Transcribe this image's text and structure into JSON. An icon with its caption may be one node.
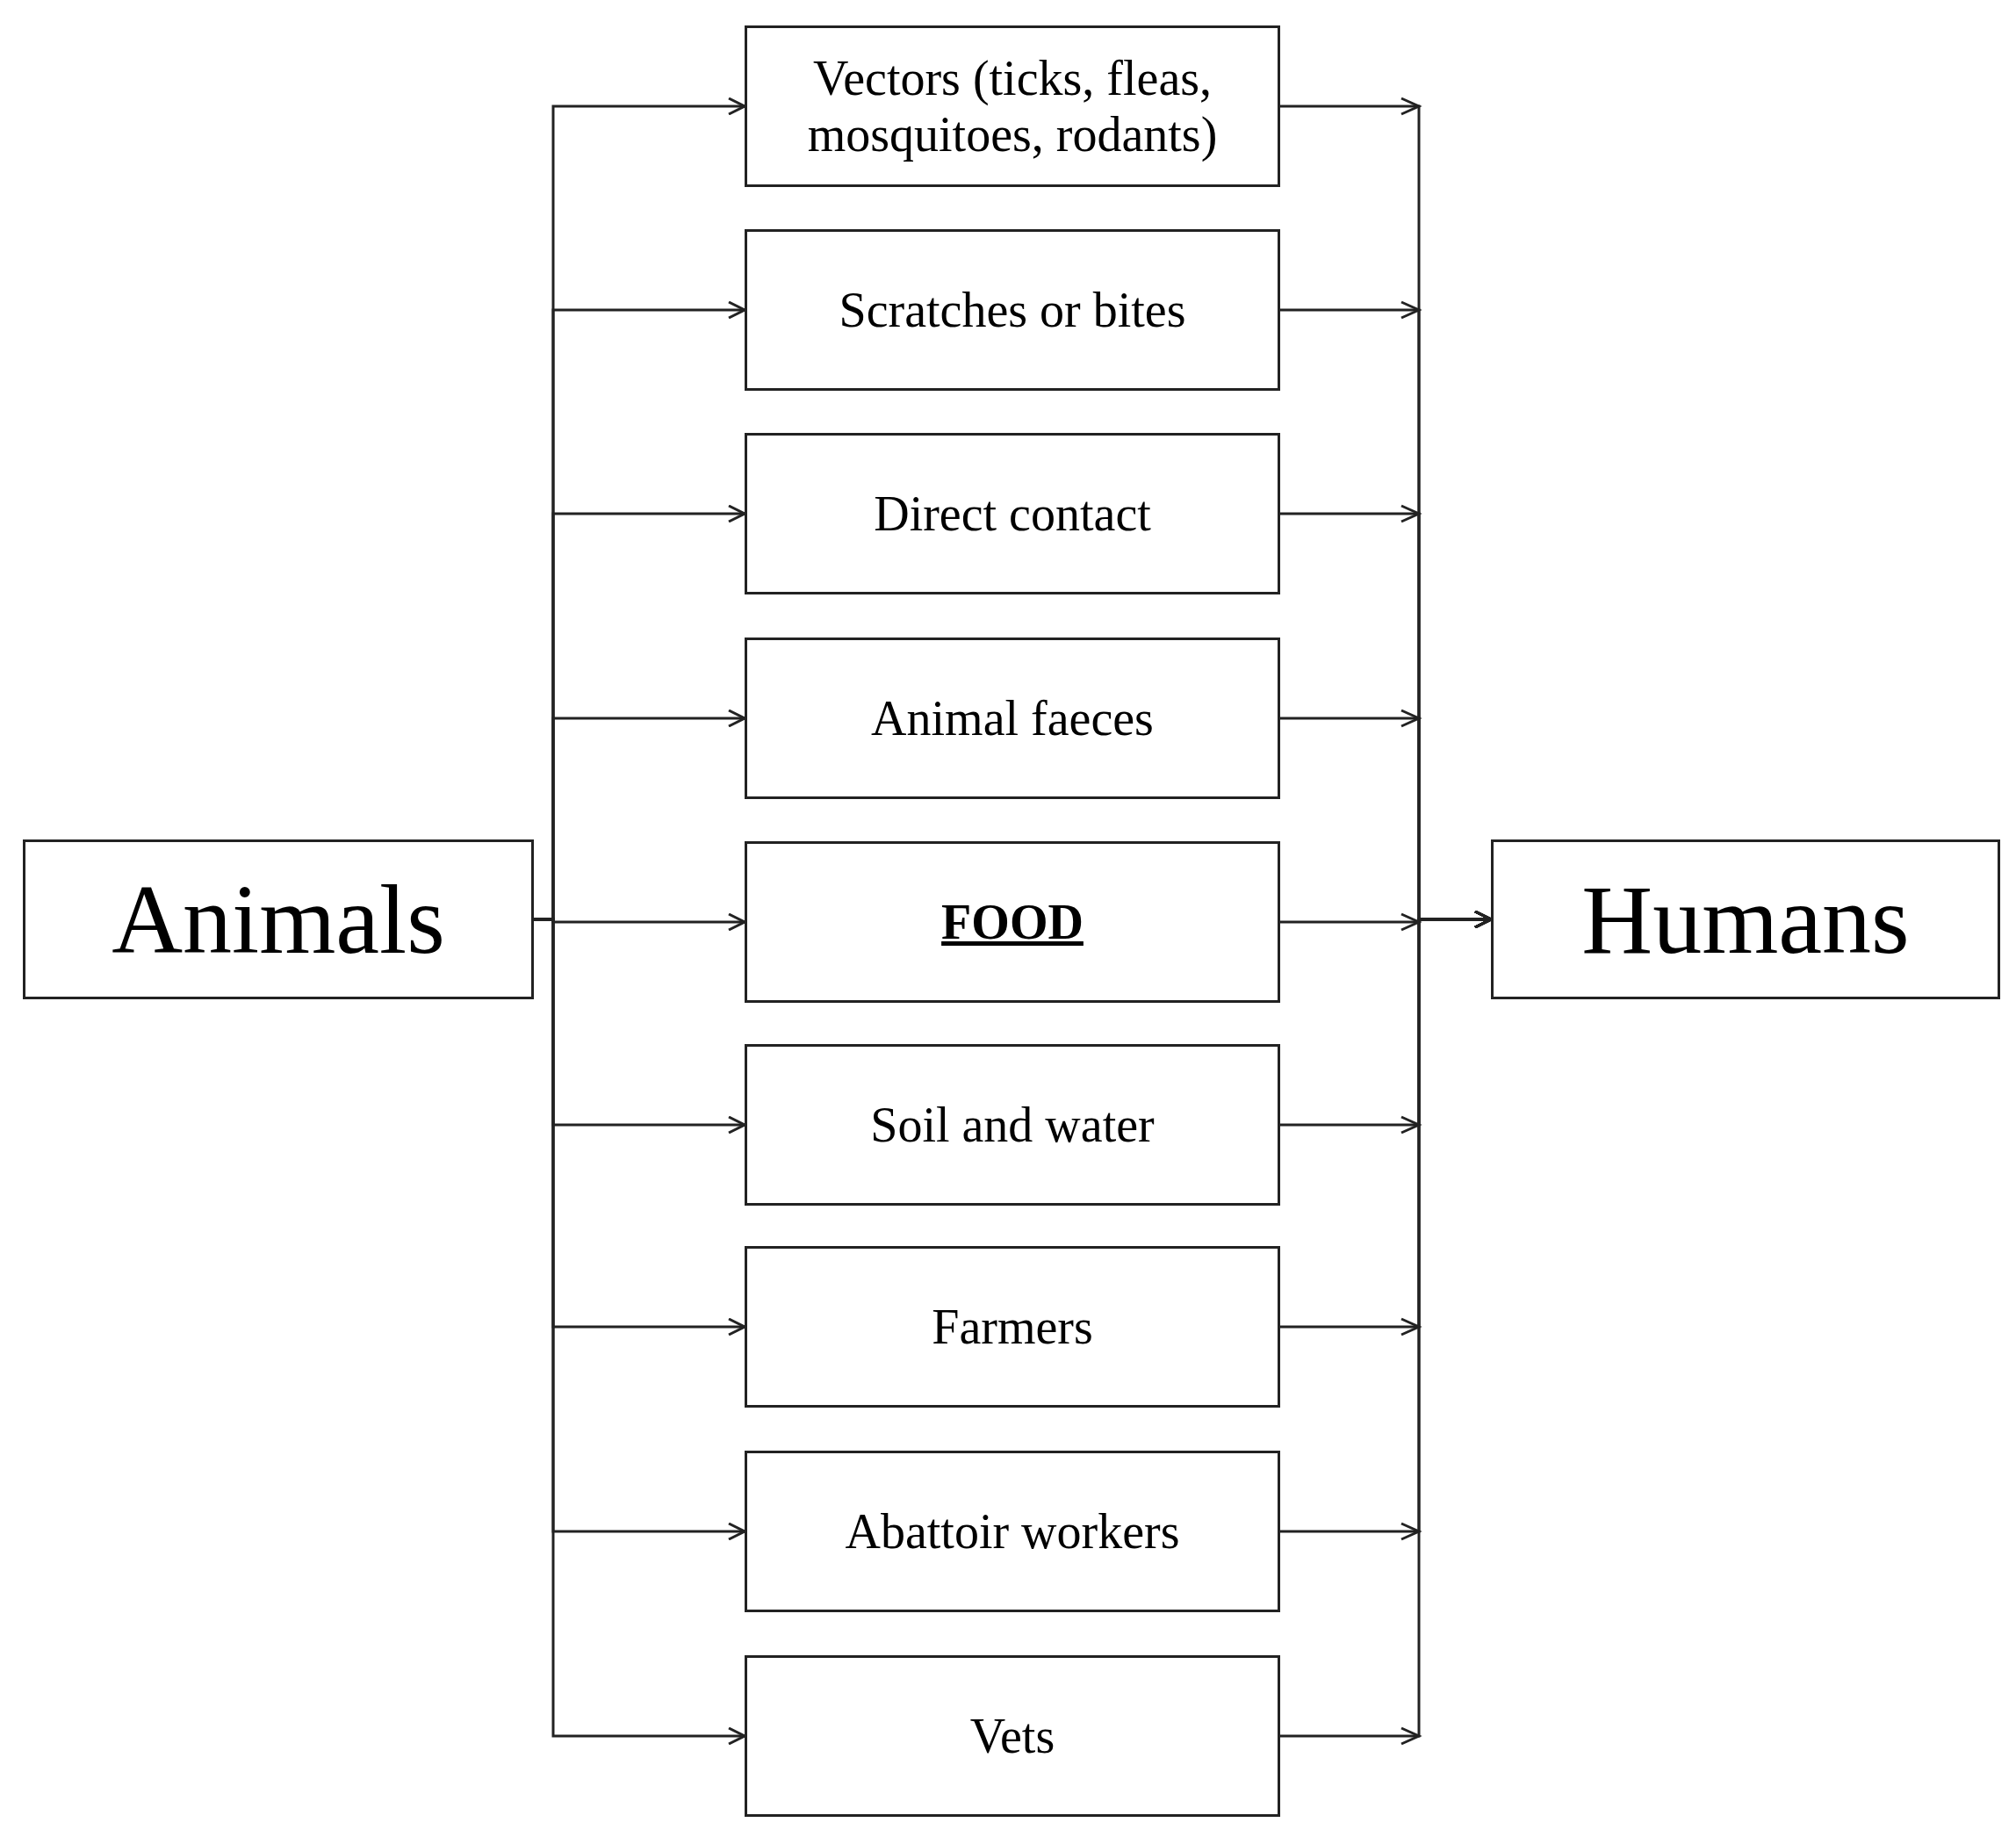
{
  "diagram": {
    "nodes": [
      {
        "text": [
          "Animals"
        ]
      },
      {
        "text": [
          "Vectors (ticks, fleas, mosquitoes, rodants)"
        ]
      },
      {
        "text": [
          "Scratches or bites"
        ]
      },
      {
        "text": [
          "Direct contact"
        ]
      },
      {
        "text": [
          "Animal faeces"
        ]
      },
      {
        "text": [
          "FOOD"
        ]
      },
      {
        "text": [
          "Soil and water"
        ]
      },
      {
        "text": [
          "Farmers"
        ]
      },
      {
        "text": [
          "Abattoir workers"
        ]
      },
      {
        "text": [
          "Vets"
        ]
      },
      {
        "text": [
          "Humans"
        ]
      }
    ],
    "edges": [
      {
        "from": 0,
        "to": 1,
        "arrow": "to"
      },
      {
        "from": 0,
        "to": 2,
        "arrow": "to"
      },
      {
        "from": 0,
        "to": 3,
        "arrow": "to"
      },
      {
        "from": 0,
        "to": 4,
        "arrow": "to"
      },
      {
        "from": 0,
        "to": 5,
        "arrow": "to"
      },
      {
        "from": 0,
        "to": 6,
        "arrow": "to"
      },
      {
        "from": 0,
        "to": 7,
        "arrow": "to"
      },
      {
        "from": 0,
        "to": 8,
        "arrow": "to"
      },
      {
        "from": 0,
        "to": 9,
        "arrow": "to"
      },
      {
        "from": 1,
        "to": 10,
        "arrow": "to"
      },
      {
        "from": 2,
        "to": 10,
        "arrow": "to"
      },
      {
        "from": 3,
        "to": 10,
        "arrow": "to"
      },
      {
        "from": 4,
        "to": 10,
        "arrow": "to"
      },
      {
        "from": 5,
        "to": 10,
        "arrow": "to"
      },
      {
        "from": 6,
        "to": 10,
        "arrow": "to"
      },
      {
        "from": 7,
        "to": 10,
        "arrow": "to"
      },
      {
        "from": 8,
        "to": 10,
        "arrow": "to"
      },
      {
        "from": 9,
        "to": 10,
        "arrow": "to"
      }
    ]
  }
}
